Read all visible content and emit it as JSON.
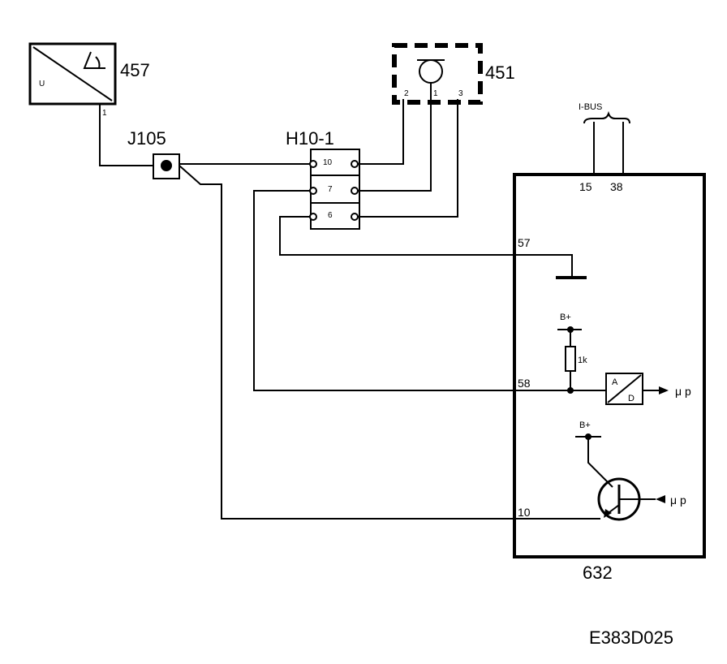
{
  "components": {
    "sensor": {
      "id": "457",
      "pin": "1",
      "inner_label": "U"
    },
    "junction": {
      "id": "J105"
    },
    "connector": {
      "id": "H10-1",
      "pins": [
        "10",
        "7",
        "6"
      ]
    },
    "switch": {
      "id": "451",
      "pins": [
        "2",
        "1",
        "3"
      ]
    },
    "ecu": {
      "id": "632",
      "bus_label": "I-BUS",
      "bus_pins": [
        "15",
        "38"
      ],
      "pins": [
        "57",
        "58",
        "10"
      ],
      "supply_label": "B+",
      "resistor_label": "1k",
      "adc_labels": [
        "A",
        "D"
      ],
      "mu_p_label": "μ p"
    }
  },
  "figure_code": "E383D025"
}
